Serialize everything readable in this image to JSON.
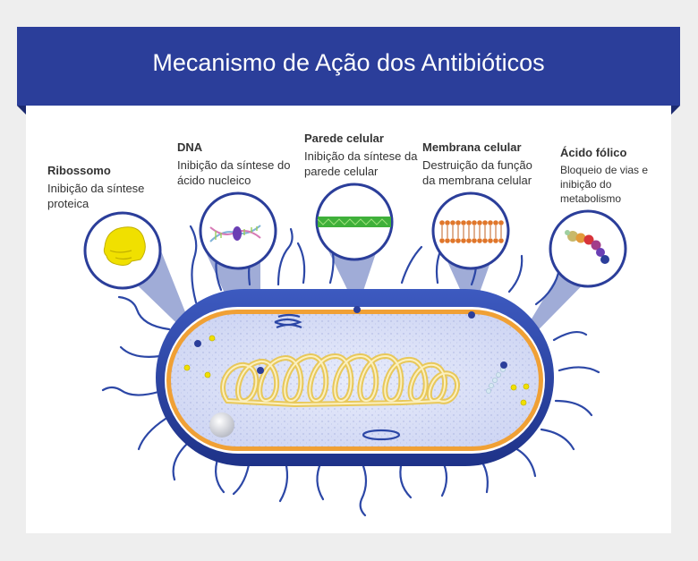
{
  "header": {
    "title": "Mecanismo de Ação dos Antibióticos"
  },
  "targets": [
    {
      "key": "ribossomo",
      "title": "Ribossomo",
      "desc": "Inibição da síntese proteica"
    },
    {
      "key": "dna",
      "title": "DNA",
      "desc": "Inibição da síntese do ácido nucleico"
    },
    {
      "key": "parede",
      "title": "Parede celular",
      "desc": "Inibição da síntese da parede celular"
    },
    {
      "key": "membrana",
      "title": "Membrana celular",
      "desc": "Destruição da função da membrana celular"
    },
    {
      "key": "folico",
      "title": "Ácido fólico",
      "desc": "Bloqueio de vias e inibição do metabolismo"
    }
  ],
  "colors": {
    "banner": "#2b3e9a",
    "cell_wall": "#2c47a6",
    "membrane": "#f0a035",
    "cytoplasm": "#dfe4f8",
    "dna": "#f3dc8a",
    "ribosome": "#f0e000",
    "wall_green": "#3fb03a"
  }
}
